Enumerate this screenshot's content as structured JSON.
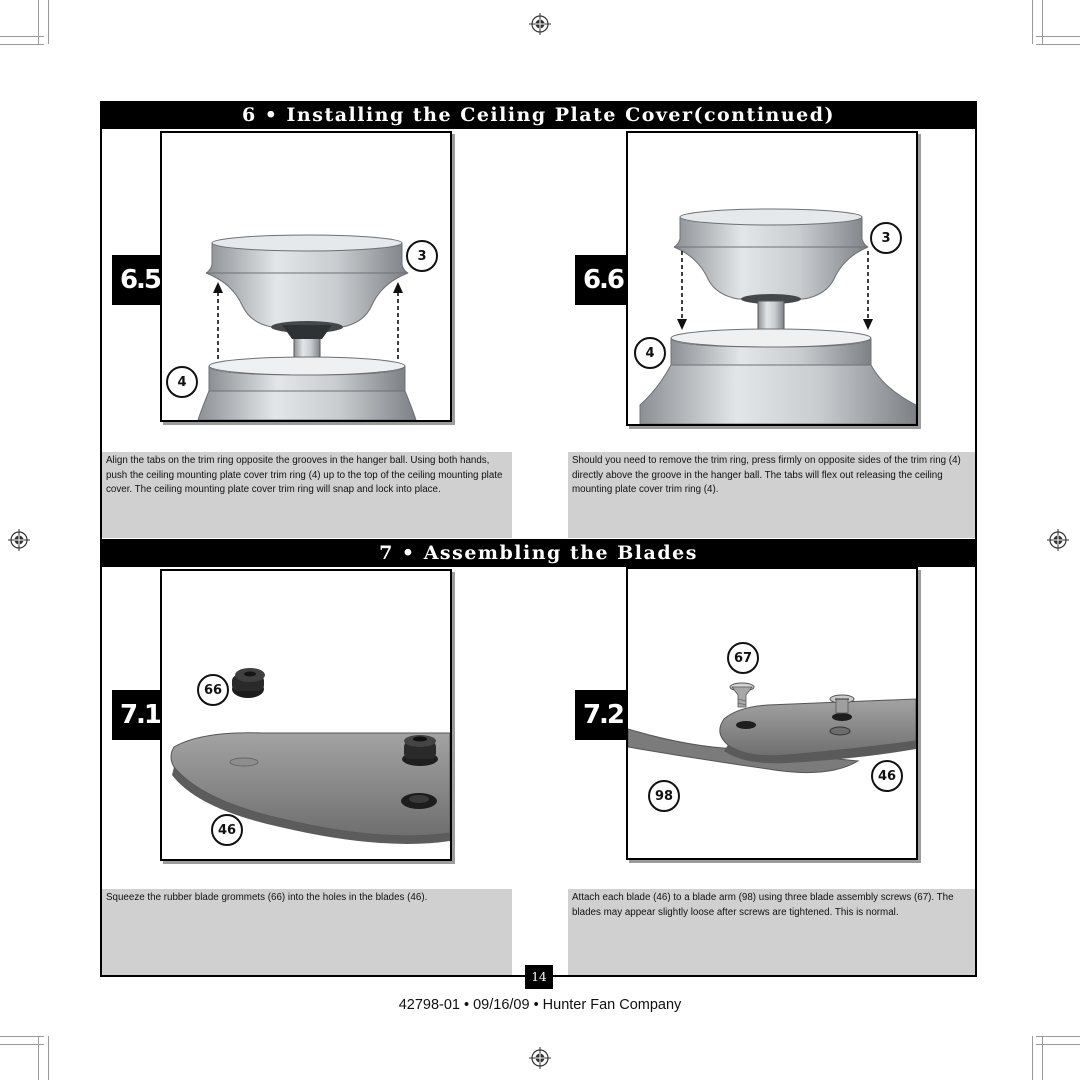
{
  "section6": {
    "title": "6 • Installing the Ceiling Plate Cover(continued)",
    "step_a": {
      "badge": "6.5",
      "callouts": [
        "3",
        "4"
      ],
      "text": "Align the tabs on the trim ring opposite the grooves in the hanger ball. Using both hands, push the ceiling mounting plate cover trim ring (4) up to the top of the ceiling mounting plate cover. The ceiling mounting plate cover trim ring will snap and lock into place."
    },
    "step_b": {
      "badge": "6.6",
      "callouts": [
        "3",
        "4"
      ],
      "text": "Should you need to remove the trim ring, press firmly on opposite sides of the trim ring (4) directly above the groove in the hanger ball. The tabs will flex out releasing the ceiling mounting plate cover trim ring (4)."
    }
  },
  "section7": {
    "title": "7 • Assembling the Blades",
    "step_a": {
      "badge": "7.1",
      "callouts": [
        "66",
        "46"
      ],
      "text": "Squeeze the rubber blade grommets (66) into the holes in the blades (46)."
    },
    "step_b": {
      "badge": "7.2",
      "callouts": [
        "67",
        "46",
        "98"
      ],
      "text": "Attach each blade (46) to a blade arm (98) using three blade assembly screws (67). The blades may appear slightly loose after screws are tightened. This is normal."
    }
  },
  "page_number": "14",
  "footer": "42798-01 • 09/16/09 • Hunter Fan Company",
  "colors": {
    "bar": "#000000",
    "text_box": "#d0d0d0",
    "metal_light": "#d9dcde",
    "metal_dark": "#8c9094",
    "blade": "#8a8a8a"
  }
}
